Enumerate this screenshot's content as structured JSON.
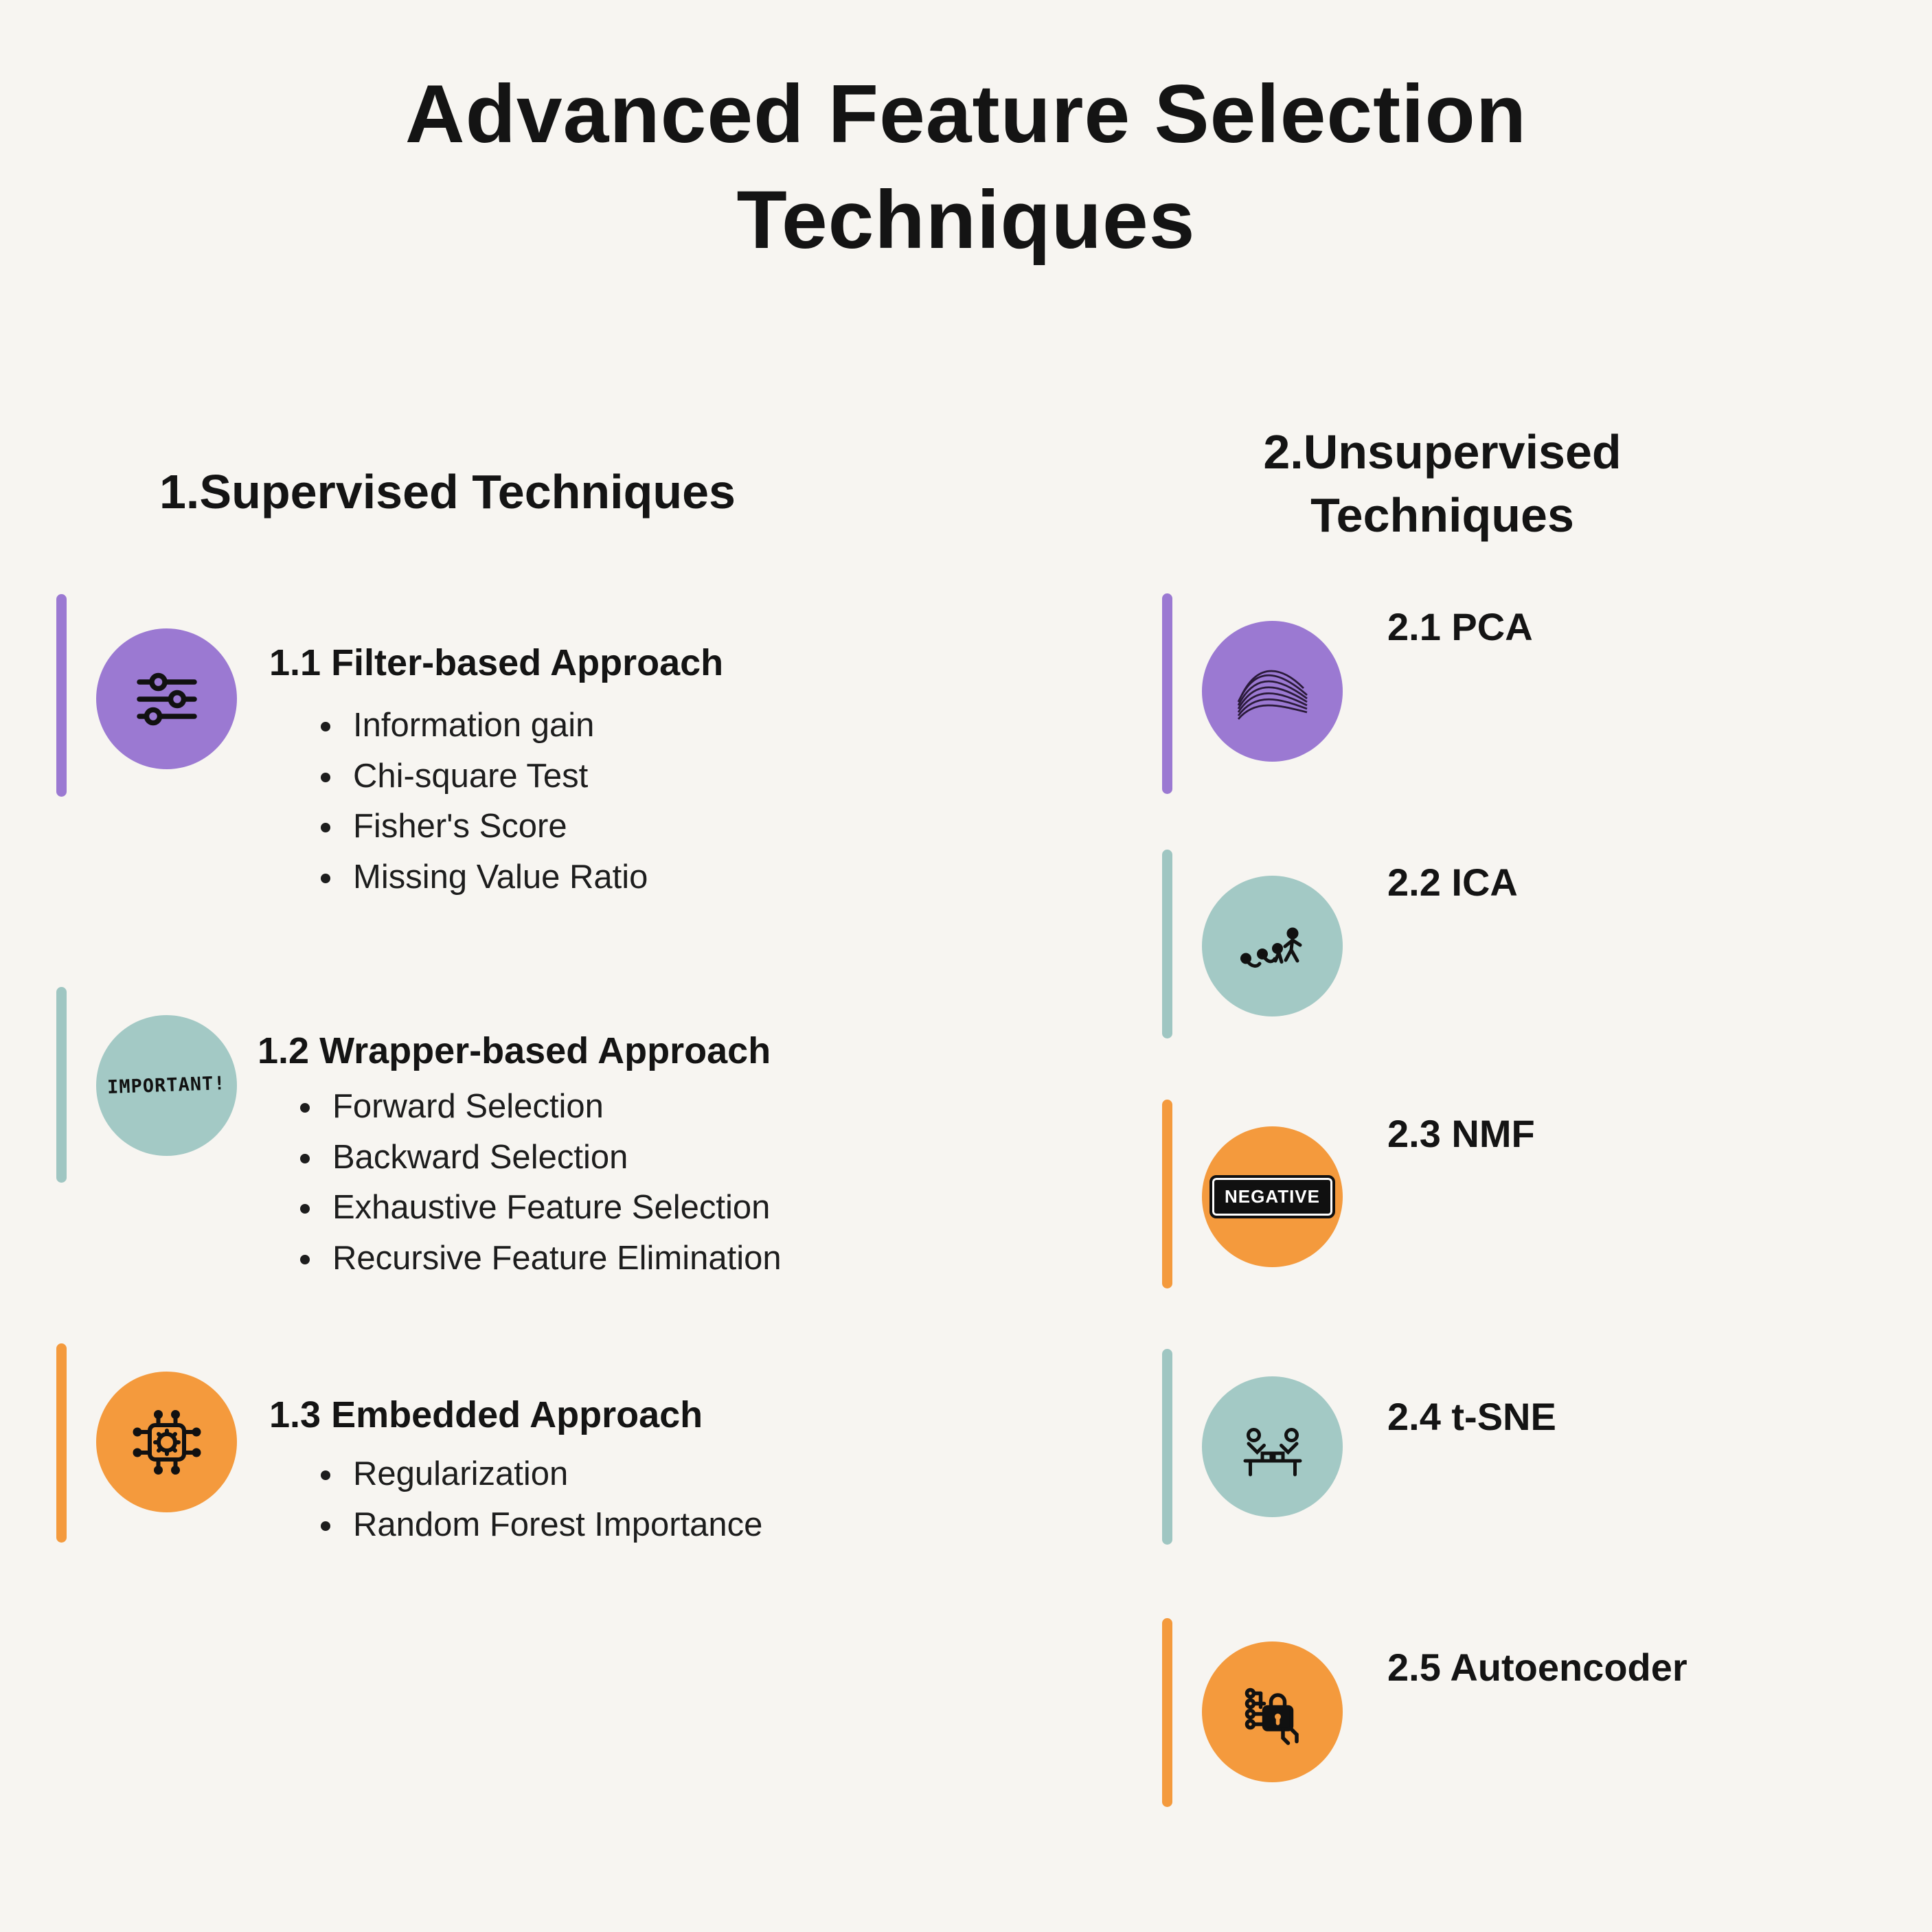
{
  "title": {
    "line1": "Advanced Feature Selection",
    "line2": "Techniques"
  },
  "colors": {
    "background": "#f7f5f1",
    "purple": "#9b79d2",
    "teal": "#a3c9c5",
    "orange": "#f49a3d",
    "text": "#141414"
  },
  "left_column": {
    "heading": "1.Supervised Techniques",
    "sections": [
      {
        "accent": "purple",
        "icon": "sliders-filter-icon",
        "heading": "1.1 Filter-based Approach",
        "bullets": [
          "Information gain",
          "Chi-square Test",
          "Fisher's Score",
          "Missing Value Ratio"
        ]
      },
      {
        "accent": "teal",
        "icon": "important-label-icon",
        "icon_text": "IMPORTANT!",
        "heading": "1.2 Wrapper-based Approach",
        "bullets": [
          "Forward Selection",
          "Backward Selection",
          "Exhaustive Feature Selection",
          "Recursive Feature Elimination"
        ]
      },
      {
        "accent": "orange",
        "icon": "chip-circuit-icon",
        "heading": "1.3 Embedded Approach",
        "bullets": [
          "Regularization",
          "Random Forest Importance"
        ]
      }
    ]
  },
  "right_column": {
    "heading_line1": "2.Unsupervised",
    "heading_line2": "Techniques",
    "items": [
      {
        "accent": "purple",
        "icon": "wave-mesh-icon",
        "label": "2.1 PCA"
      },
      {
        "accent": "teal",
        "icon": "evolution-figures-icon",
        "label": "2.2 ICA"
      },
      {
        "accent": "orange",
        "icon": "negative-badge-icon",
        "icon_text": "NEGATIVE",
        "label": "2.3 NMF"
      },
      {
        "accent": "teal",
        "icon": "people-meeting-icon",
        "label": "2.4 t-SNE"
      },
      {
        "accent": "orange",
        "icon": "lock-circuit-icon",
        "label": "2.5 Autoencoder"
      }
    ]
  }
}
